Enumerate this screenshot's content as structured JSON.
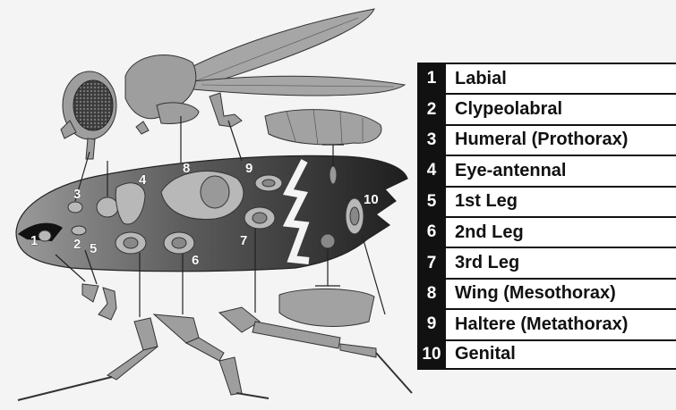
{
  "diagram": {
    "callouts": [
      "1",
      "2",
      "3",
      "4",
      "5",
      "6",
      "7",
      "8",
      "9",
      "10"
    ]
  },
  "legend": {
    "items": [
      {
        "num": "1",
        "label": "Labial"
      },
      {
        "num": "2",
        "label": "Clypeolabral"
      },
      {
        "num": "3",
        "label": "Humeral (Prothorax)"
      },
      {
        "num": "4",
        "label": "Eye-antennal"
      },
      {
        "num": "5",
        "label": "1st Leg"
      },
      {
        "num": "6",
        "label": "2nd Leg"
      },
      {
        "num": "7",
        "label": "3rd Leg"
      },
      {
        "num": "8",
        "label": "Wing (Mesothorax)"
      },
      {
        "num": "9",
        "label": "Haltere (Metathorax)"
      },
      {
        "num": "10",
        "label": "Genital"
      }
    ]
  },
  "colors": {
    "larva_dark": "#2b2b2b",
    "larva_light": "#8a8a8a",
    "adult_part": "#9c9c9c",
    "legend_band": "#111111"
  }
}
